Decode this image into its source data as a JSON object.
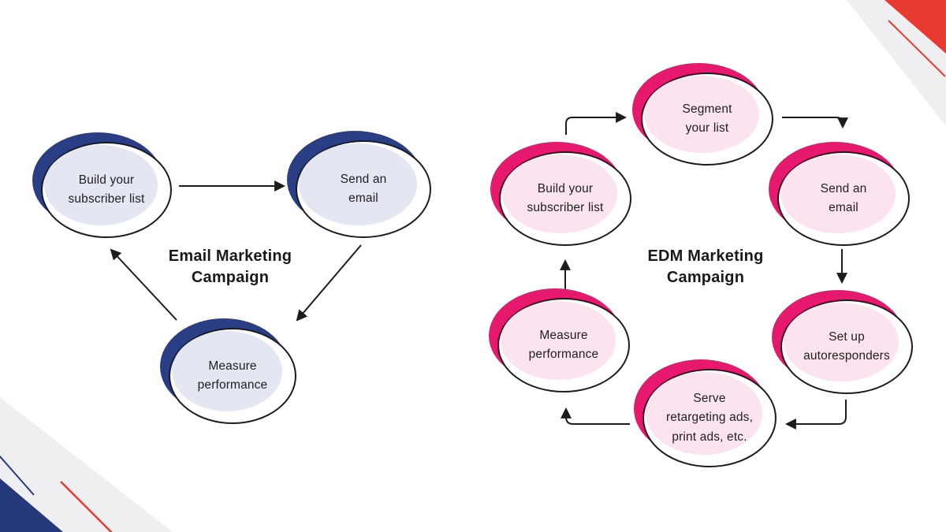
{
  "left_diagram": {
    "title": "Email Marketing\nCampaign",
    "nodes": {
      "build_list": "Build your\nsubscriber list",
      "send_email": "Send an\nemail",
      "measure": "Measure\nperformance"
    }
  },
  "right_diagram": {
    "title": "EDM Marketing\nCampaign",
    "nodes": {
      "build_list": "Build your\nsubscriber list",
      "segment": "Segment\nyour list",
      "send_email": "Send an\nemail",
      "autoresponders": "Set up\nautoresponders",
      "retargeting": "Serve\nretargeting ads,\nprint ads, etc.",
      "measure": "Measure\nperformance"
    }
  },
  "colors": {
    "navy": "#2A3E85",
    "navy-fill": "#E4E7F1",
    "magenta": "#E6196F",
    "magenta-fill": "#FBE3EF",
    "corner-red": "#E73B31",
    "corner-navy": "#253879",
    "corner-gray": "#EFEFF1",
    "outline": "#1C1C1C",
    "text": "#212121"
  }
}
